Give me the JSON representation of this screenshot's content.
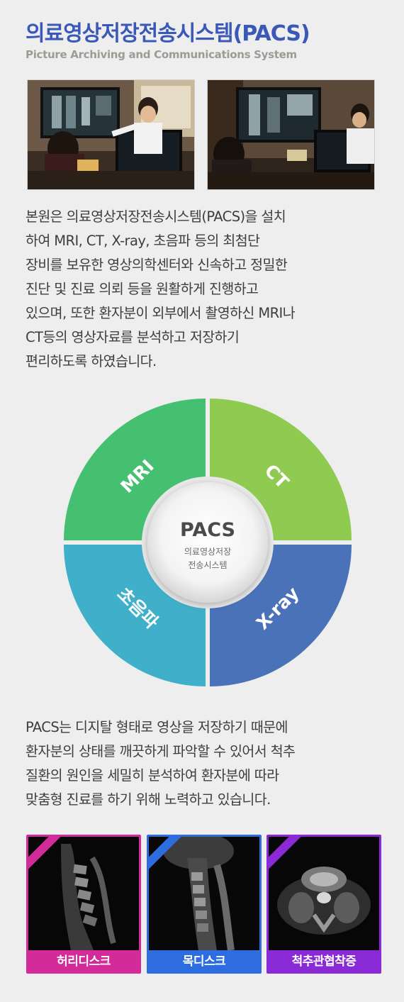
{
  "header": {
    "title": "의료영상저장전송시스템(PACS)",
    "subtitle": "Picture Archiving and Communications System"
  },
  "intro_lines": [
    "본원은 의료영상저장전송시스템(PACS)을 설치",
    "하여 MRI, CT, X-ray, 초음파 등의 최첨단",
    "장비를 보유한 영상의학센터와 신속하고 정밀한",
    "진단 및 진료 의뢰 등을 원활하게 진행하고",
    "있으며, 또한 환자분이 외부에서 촬영하신 MRI나",
    "CT등의 영상자료를 분석하고 저장하기",
    "편리하도록 하였습니다."
  ],
  "diagram": {
    "center_title": "PACS",
    "center_sub1": "의료영상저장",
    "center_sub2": "전송시스템",
    "quadrants": {
      "tl": "MRI",
      "tr": "CT",
      "bl": "초음파",
      "br": "X-ray"
    },
    "colors": {
      "mri": "#45c070",
      "ct": "#8ecb50",
      "us": "#40afca",
      "xray": "#4a72b8"
    }
  },
  "outro_lines": [
    "PACS는 디지탈 형태로 영상을 저장하기 때문에",
    "환자분의 상태를 깨끗하게 파악할 수 있어서 척추",
    "질환의 원인을 세밀히 분석하여 환자분에 따라",
    "맞춤형 진료를 하기 위해 노력하고 있습니다."
  ],
  "cards": [
    {
      "label": "허리디스크",
      "color": "#d42b9a"
    },
    {
      "label": "목디스크",
      "color": "#2d6de0"
    },
    {
      "label": "척추관협착증",
      "color": "#8a2ad6"
    }
  ]
}
